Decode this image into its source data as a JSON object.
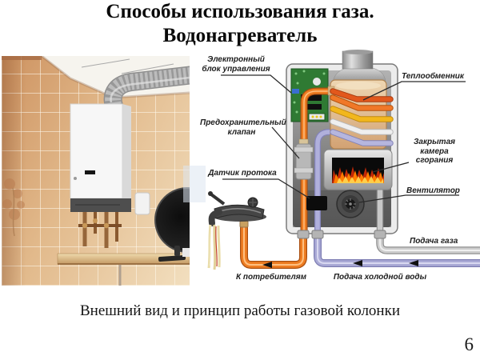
{
  "slide": {
    "title_line1": "Способы использования газа.",
    "title_line2": "Водонагреватель",
    "caption": "Внешний вид и принцип работы газовой колонки",
    "page_number": "6"
  },
  "diagram": {
    "labels": {
      "electronic": [
        "Электронный",
        "блок управления"
      ],
      "safety_valve": [
        "Предохранительный",
        "клапан"
      ],
      "flow_sensor": "Датчик протока",
      "heat_exchanger": "Теплообменник",
      "combustion_chamber": [
        "Закрытая",
        "камера",
        "сгорания"
      ],
      "fan": "Вентилятор",
      "gas_supply": "Подача газа",
      "cold_water_supply": "Подача холодной воды",
      "to_consumers": "К потребителям"
    },
    "colors": {
      "hot_water_pipe": "#ee7d22",
      "cold_water_pipe": "#aaaad6",
      "gas_pipe": "#cdcdcd",
      "circuit_board": "#2f7a33",
      "flame_orange": "#ff7d00",
      "flame_red": "#c22806",
      "flame_yellow": "#ffd34e"
    }
  }
}
